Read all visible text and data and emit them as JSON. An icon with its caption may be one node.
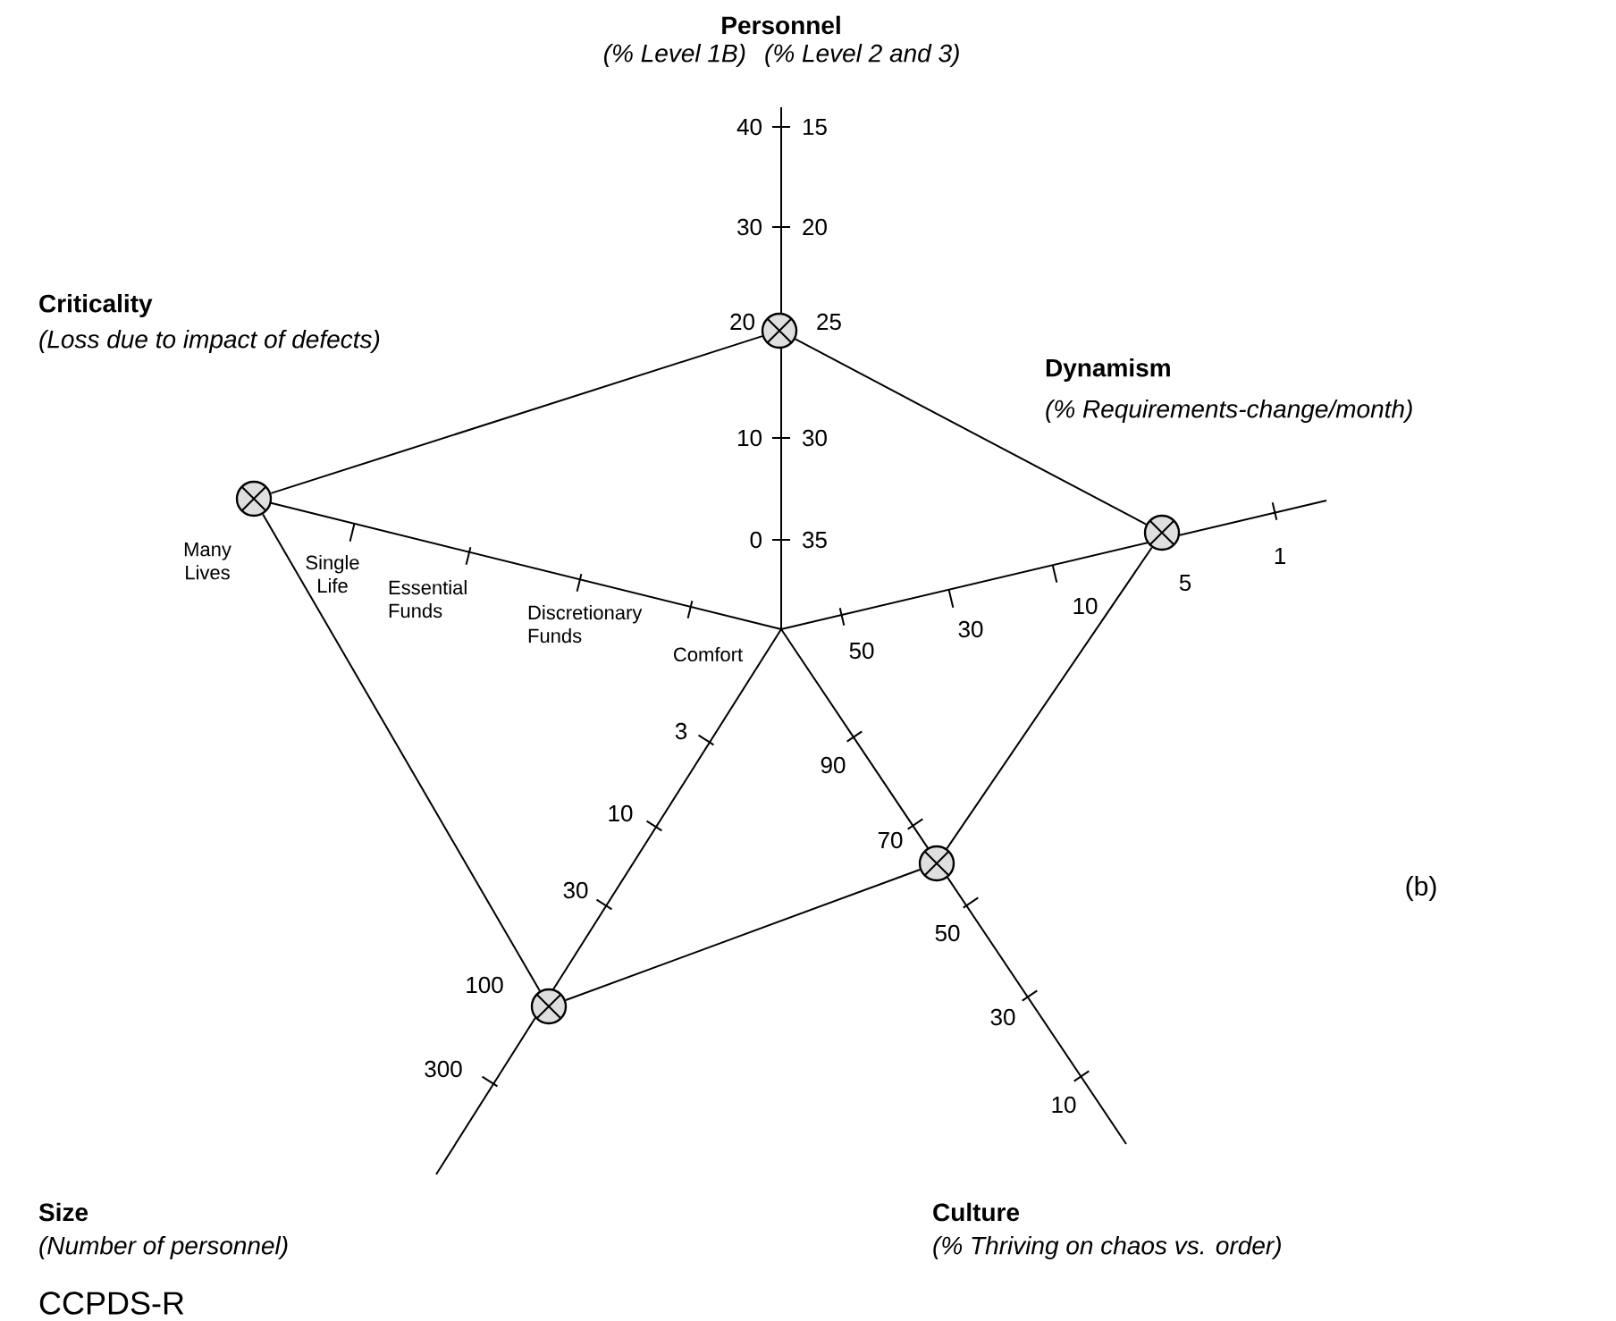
{
  "diagram": {
    "nodes": [
      {
        "text": [],
        "shape": "circle"
      },
      {
        "text": [],
        "shape": "circle"
      },
      {
        "text": [],
        "shape": "circle"
      },
      {
        "text": [],
        "shape": "circle"
      },
      {
        "text": [],
        "shape": "circle"
      }
    ],
    "edges": [
      {
        "from": 0,
        "to": 1,
        "arrow": "none"
      },
      {
        "from": 1,
        "to": 2,
        "arrow": "none"
      },
      {
        "from": 2,
        "to": 4,
        "arrow": "none"
      },
      {
        "from": 4,
        "to": 3,
        "arrow": "none"
      },
      {
        "from": 3,
        "to": 0,
        "arrow": "none"
      }
    ],
    "labels": [
      "Personnel",
      "(% Level 1B)",
      "(% Level 2 and 3)",
      "40",
      "15",
      "30",
      "20",
      "Criticality",
      "(Loss due to impact of defects)",
      "20",
      "25",
      "Dynamism",
      "(% Requirements-change/month)",
      "10",
      "30",
      "0",
      "35",
      "Many Lives",
      "Single Life",
      "Essential Funds",
      "Discretionary Funds",
      "Comfort",
      "1",
      "5",
      "10",
      "30",
      "50",
      "3",
      "90",
      "10",
      "70",
      "30",
      "(b)",
      "50",
      "100",
      "30",
      "300",
      "10",
      "Size",
      "(Number of personnel)",
      "Culture",
      "(% Thriving on chaos vs. order)",
      "CCPDS-R"
    ]
  }
}
